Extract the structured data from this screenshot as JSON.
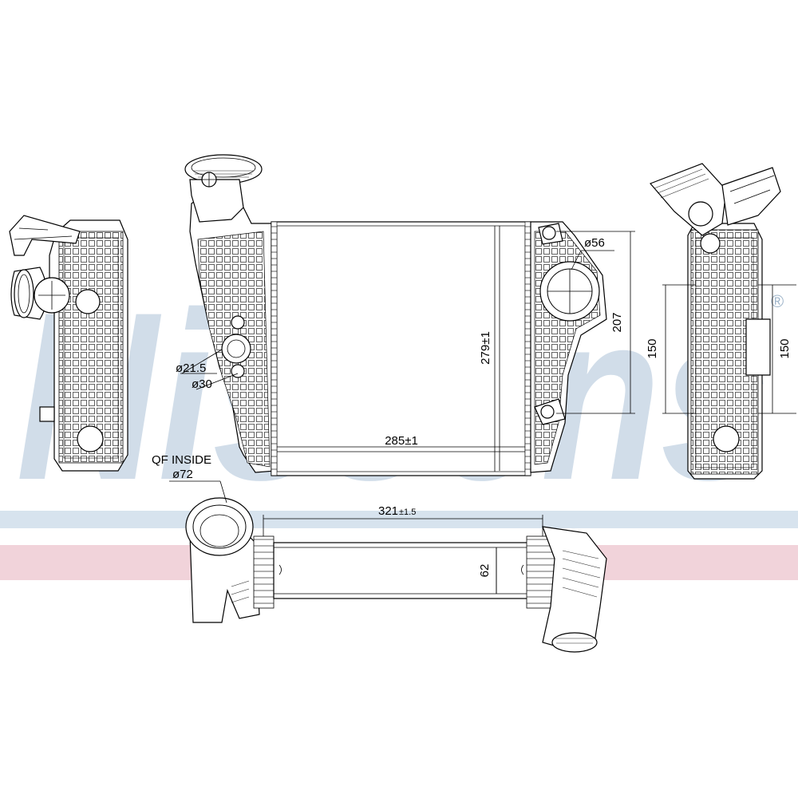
{
  "brand": {
    "watermark": "Nissens",
    "registered_mark": "®",
    "stripe_colors": {
      "blue": "#d7e3ee",
      "pink": "#f1d3da",
      "watermark": "#c9d8e6"
    }
  },
  "dimensions": {
    "d56": "ø56",
    "d21_5": "ø21.5",
    "d30": "ø30",
    "h207": "207",
    "h279": "279±1",
    "w285": "285±1",
    "h150_left": "150",
    "h150_right": "150",
    "qf_inside": "QF INSIDE",
    "d72": "ø72",
    "w321_main": "321",
    "w321_tol": "±1.5",
    "h62": "62"
  }
}
